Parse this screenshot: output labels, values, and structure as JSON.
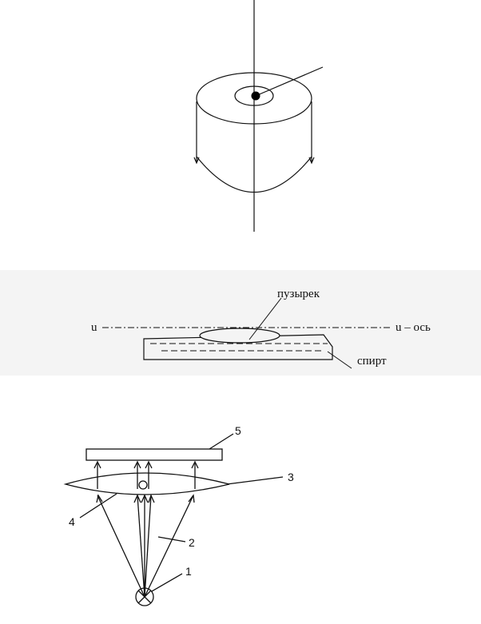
{
  "figure2": {
    "bubble_label": "пузырек",
    "axis_left_label": "u",
    "axis_right_label": "u – ось",
    "liquid_label": "спирт"
  },
  "figure3": {
    "labels": [
      "1",
      "2",
      "3",
      "4",
      "5"
    ]
  }
}
